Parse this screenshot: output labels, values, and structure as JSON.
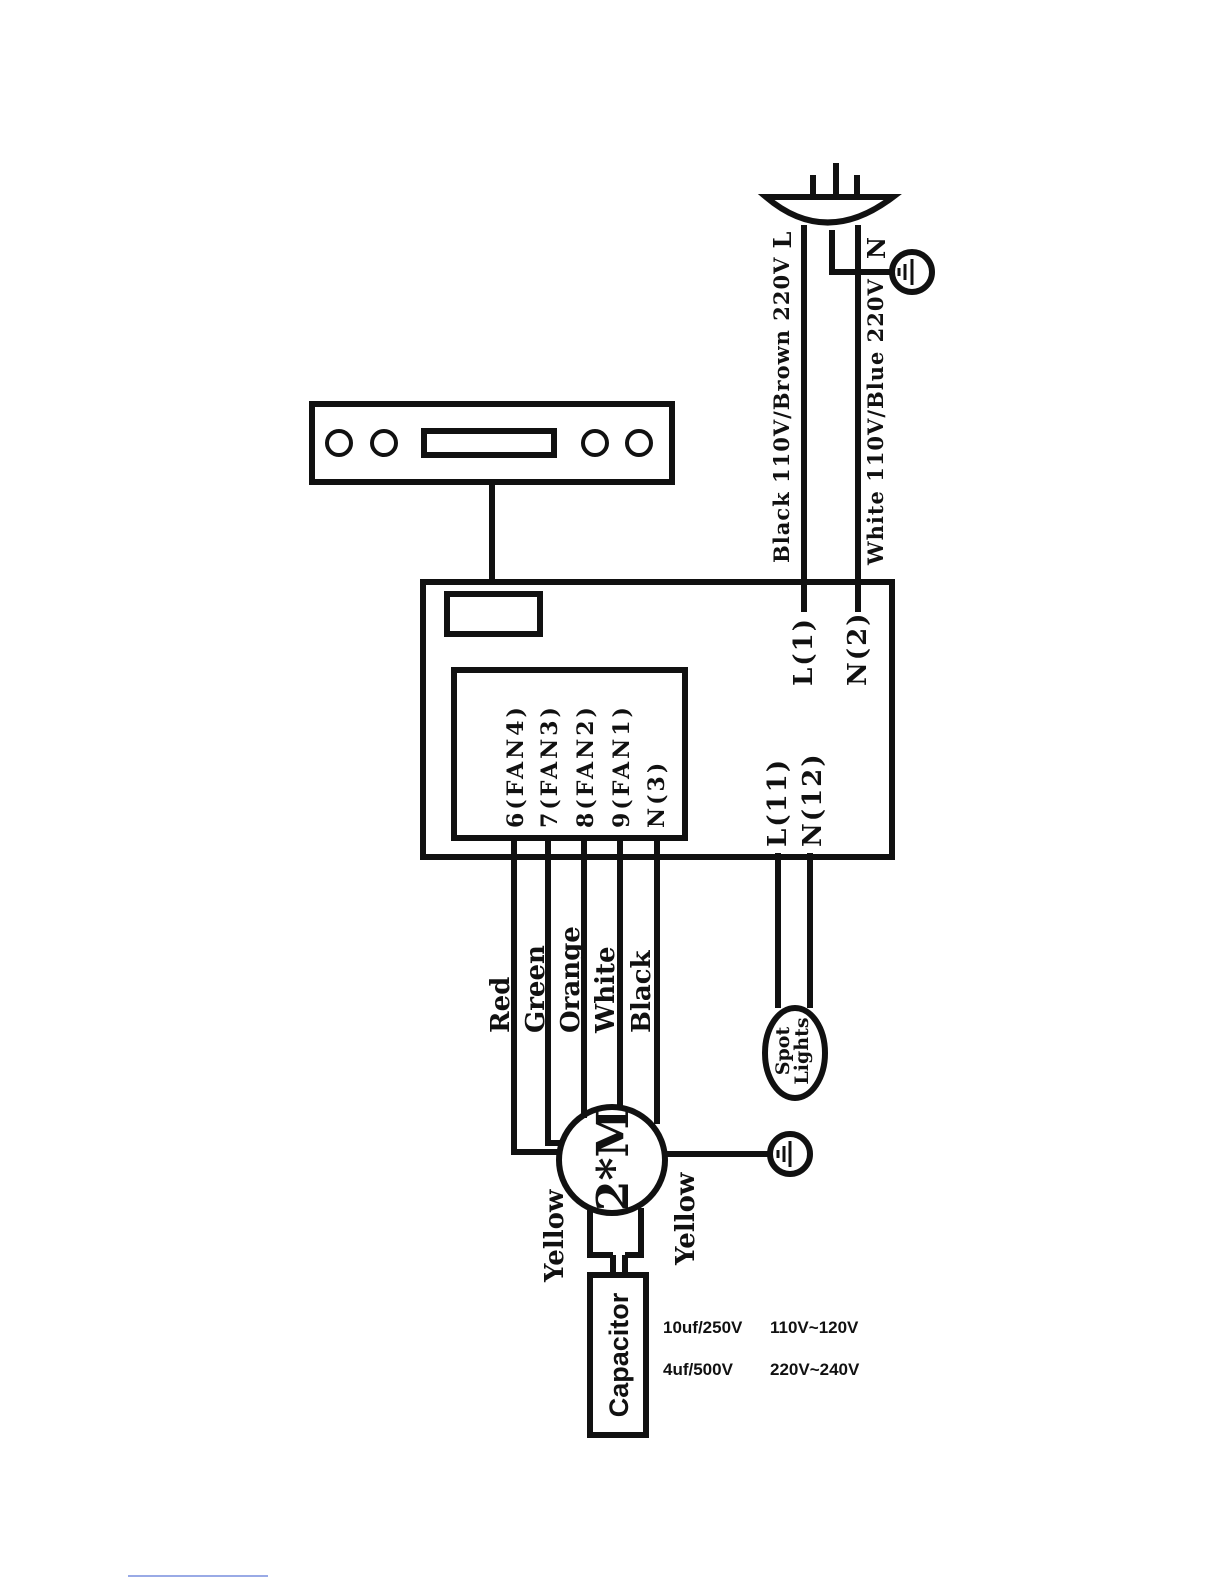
{
  "diagram": {
    "plug": {
      "terminal_l": "L",
      "terminal_n": "N"
    },
    "supply": {
      "line_wire": "Black 110V/Brown 220V",
      "neutral_wire": "White 110V/Blue 220V"
    },
    "control_board": {
      "terminal_l1": "L(1)",
      "terminal_n2": "N(2)",
      "terminal_l11": "L(11)",
      "terminal_n12": "N(12)"
    },
    "fan_block": {
      "terminals": [
        "6(FAN4)",
        "7(FAN3)",
        "8(FAN2)",
        "9(FAN1)",
        "N(3)"
      ]
    },
    "fan_wires": [
      "Red",
      "Green",
      "Orange",
      "White",
      "Black"
    ],
    "motor": {
      "label": "2*M"
    },
    "capacitor": {
      "label": "Capacitor",
      "wire_left": "Yellow",
      "wire_right": "Yellow"
    },
    "spot_lights": {
      "line1": "Spot",
      "line2": "Lights"
    },
    "specs": {
      "row1_cap": "10uf/250V",
      "row1_volt": "110V~120V",
      "row2_cap": "4uf/500V",
      "row2_volt": "220V~240V"
    }
  },
  "colors": {
    "ink": "#111111",
    "background": "#ffffff",
    "footer_rule": "#3355cc"
  }
}
